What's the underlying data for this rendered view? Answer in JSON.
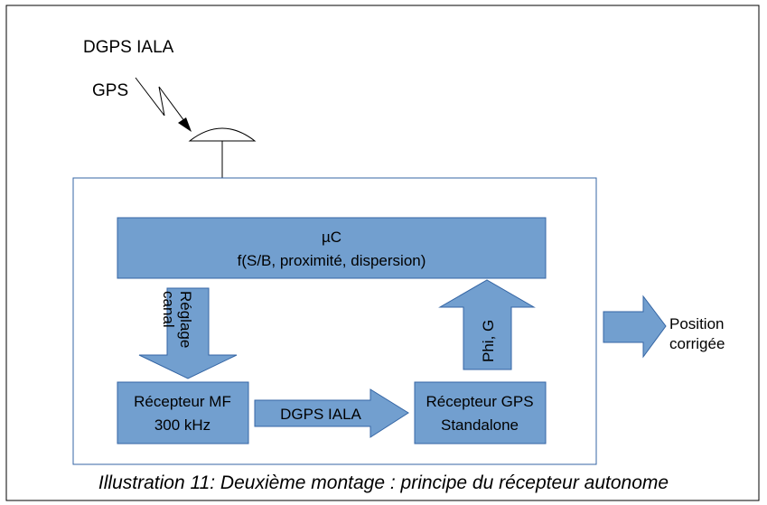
{
  "colors": {
    "block_fill": "#729fcf",
    "block_stroke": "#3465a4",
    "line": "#000000"
  },
  "diagram": {
    "signal_labels": {
      "dgps_iala": "DGPS IALA",
      "gps": "GPS"
    },
    "uc_block": {
      "line1": "µC",
      "line2": "f(S/B, proximité, dispersion)"
    },
    "arrow_reglage": {
      "line1": "Réglage",
      "line2": "canal"
    },
    "arrow_phi": "Phi, G",
    "mf_receiver": {
      "line1": "Récepteur MF",
      "line2": "300 kHz"
    },
    "gps_receiver": {
      "line1": "Récepteur GPS",
      "line2": "Standalone"
    },
    "arrow_dgps": "DGPS IALA",
    "output": {
      "line1": "Position",
      "line2": "corrigée"
    }
  },
  "caption": "Illustration 11: Deuxième montage : principe du récepteur autonome"
}
